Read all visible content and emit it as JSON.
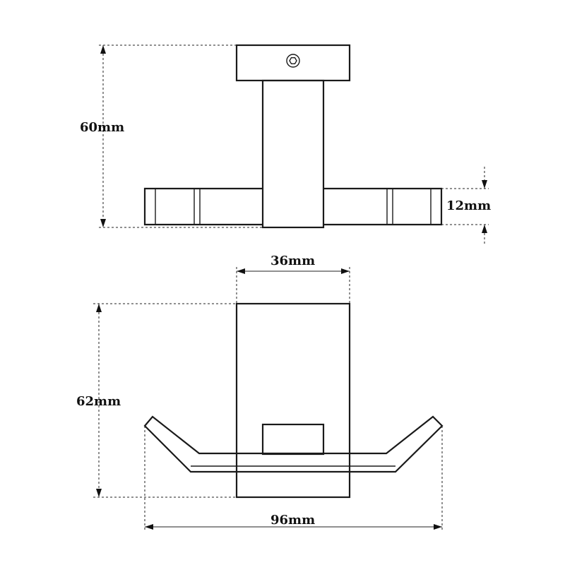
{
  "dimensions": {
    "top_height": "60mm",
    "bar_thickness": "12mm",
    "front_width": "36mm",
    "front_height": "62mm",
    "overall_width": "96mm"
  }
}
